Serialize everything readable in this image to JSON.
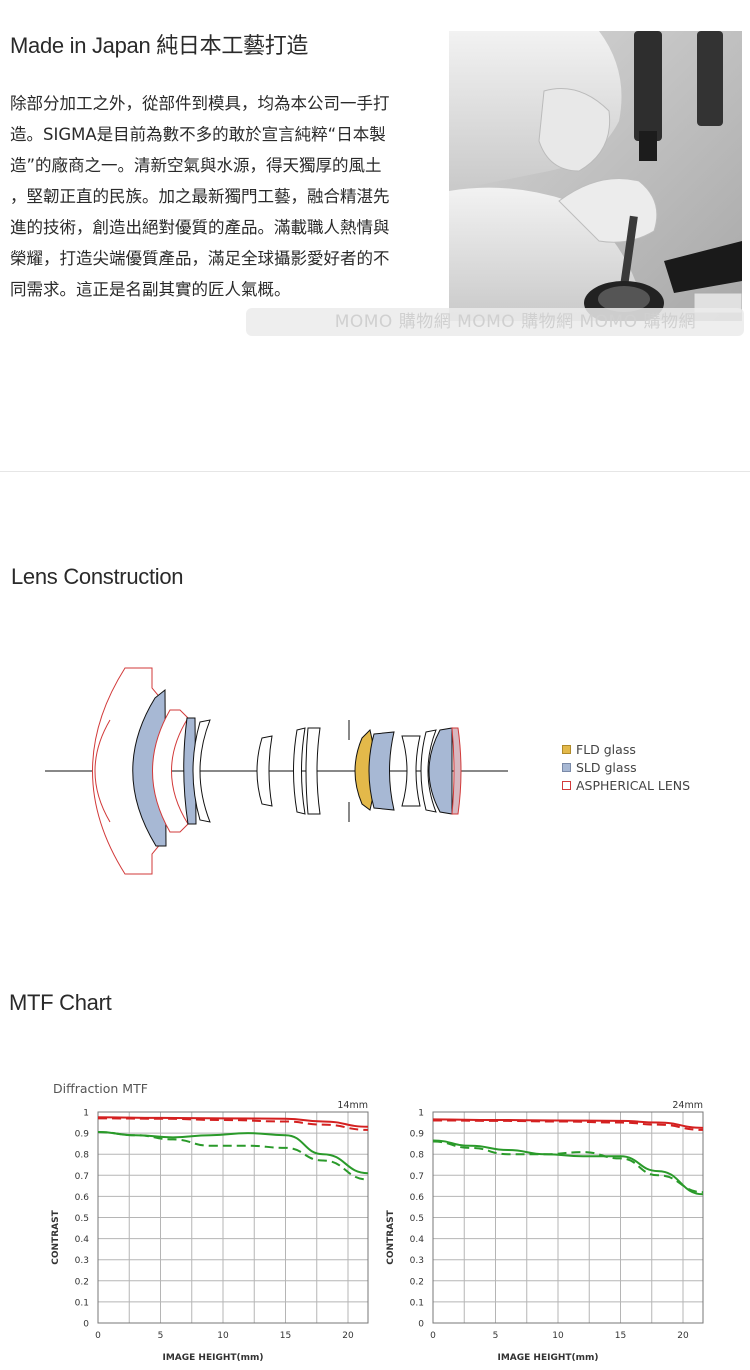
{
  "section1": {
    "title": "Made in Japan 純日本工藝打造",
    "paragraph_lines": [
      "除部分加工之外，從部件到模具，均為本公司一手打",
      "造。SIGMA是目前為數不多的敢於宣言純粹“日本製",
      "造”的廠商之一。清新空氣與水源，得天獨厚的風土",
      "，堅韌正直的民族。加之最新獨門工藝，融合精湛先",
      "進的技術，創造出絕對優質的產品。滿載職人熱情與",
      "榮耀，打造尖端優質產品，滿足全球攝影愛好者的不",
      "同需求。這正是名副其實的匠人氣概。"
    ],
    "watermark": "MOMO 購物網  MOMO 購物網  MOMO 購物網"
  },
  "section2": {
    "title": "Lens Construction",
    "legend": [
      {
        "label": "FLD glass",
        "color": "#e3b94a"
      },
      {
        "label": "SLD glass",
        "color": "#a7b8d4"
      },
      {
        "label": "ASPHERICAL LENS",
        "color": "#d23a3a"
      }
    ]
  },
  "section3": {
    "title": "MTF Chart",
    "subtitle": "Diffraction MTF"
  },
  "chart_data": [
    {
      "type": "line",
      "title": "14mm",
      "xlabel": "IMAGE HEIGHT(mm)",
      "ylabel": "CONTRAST",
      "xlim": [
        0,
        21.6
      ],
      "ylim": [
        0,
        1
      ],
      "xticks": [
        "0",
        "5",
        "10",
        "15",
        "20"
      ],
      "yticks": [
        "0",
        "0.1",
        "0.2",
        "0.3",
        "0.4",
        "0.5",
        "0.6",
        "0.7",
        "0.8",
        "0.9",
        "1"
      ],
      "grid": true,
      "series": [
        {
          "color": "#d42020",
          "dashed": false,
          "x": [
            0,
            5,
            10,
            15,
            18,
            21.6
          ],
          "y": [
            0.975,
            0.972,
            0.97,
            0.968,
            0.955,
            0.93
          ]
        },
        {
          "color": "#d42020",
          "dashed": true,
          "x": [
            0,
            5,
            10,
            15,
            18,
            21.6
          ],
          "y": [
            0.97,
            0.968,
            0.962,
            0.955,
            0.94,
            0.915
          ]
        },
        {
          "color": "#2a9a2a",
          "dashed": false,
          "x": [
            0,
            3,
            6,
            9,
            12,
            15,
            18,
            21.6
          ],
          "y": [
            0.905,
            0.89,
            0.88,
            0.89,
            0.9,
            0.89,
            0.8,
            0.71
          ]
        },
        {
          "color": "#2a9a2a",
          "dashed": true,
          "x": [
            0,
            3,
            6,
            9,
            12,
            15,
            18,
            21.6
          ],
          "y": [
            0.905,
            0.89,
            0.87,
            0.84,
            0.84,
            0.83,
            0.77,
            0.68
          ]
        }
      ]
    },
    {
      "type": "line",
      "title": "24mm",
      "xlabel": "IMAGE HEIGHT(mm)",
      "ylabel": "CONTRAST",
      "xlim": [
        0,
        21.6
      ],
      "ylim": [
        0,
        1
      ],
      "xticks": [
        "0",
        "5",
        "10",
        "15",
        "20"
      ],
      "yticks": [
        "0",
        "0.1",
        "0.2",
        "0.3",
        "0.4",
        "0.5",
        "0.6",
        "0.7",
        "0.8",
        "0.9",
        "1"
      ],
      "grid": true,
      "series": [
        {
          "color": "#d42020",
          "dashed": false,
          "x": [
            0,
            5,
            10,
            15,
            18,
            21.6
          ],
          "y": [
            0.965,
            0.962,
            0.96,
            0.958,
            0.95,
            0.925
          ]
        },
        {
          "color": "#d42020",
          "dashed": true,
          "x": [
            0,
            5,
            10,
            15,
            18,
            21.6
          ],
          "y": [
            0.96,
            0.958,
            0.955,
            0.95,
            0.94,
            0.915
          ]
        },
        {
          "color": "#2a9a2a",
          "dashed": false,
          "x": [
            0,
            3,
            6,
            9,
            12,
            15,
            18,
            21.6
          ],
          "y": [
            0.865,
            0.84,
            0.82,
            0.8,
            0.79,
            0.79,
            0.72,
            0.61
          ]
        },
        {
          "color": "#2a9a2a",
          "dashed": true,
          "x": [
            0,
            3,
            6,
            9,
            12,
            15,
            18,
            21.6
          ],
          "y": [
            0.86,
            0.83,
            0.8,
            0.8,
            0.81,
            0.78,
            0.7,
            0.62
          ]
        }
      ]
    }
  ]
}
